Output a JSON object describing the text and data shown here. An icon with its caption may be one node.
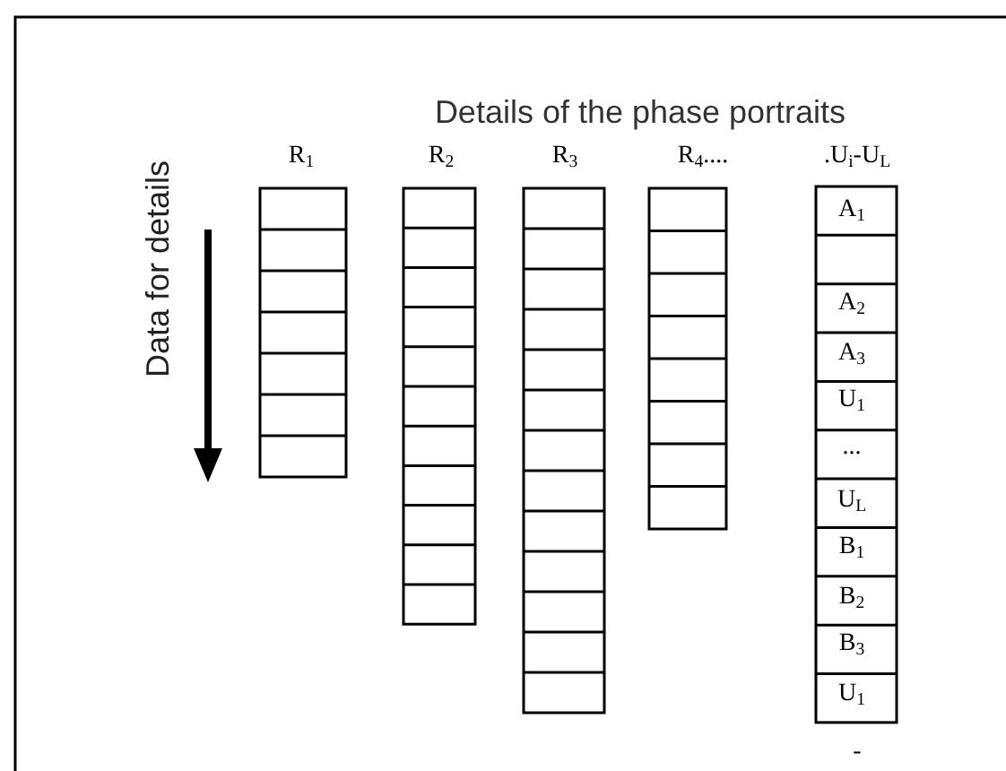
{
  "diagram": {
    "title": "Details of the phase portraits",
    "labels": [
      "Data for details",
      "R$_{1}$",
      "R$_{2}$",
      "R$_{3}$",
      "R$_{4}$....",
      ".U$_{i}$-U$_{L}$",
      "A$_{1}$",
      "A$_{2}$",
      "A$_{3}$",
      "U$_{1}$",
      "...",
      "U$_{L}$",
      "B$_{1}$",
      "B$_{2}$",
      "B$_{3}$",
      "U$_{1}$",
      "-"
    ]
  }
}
